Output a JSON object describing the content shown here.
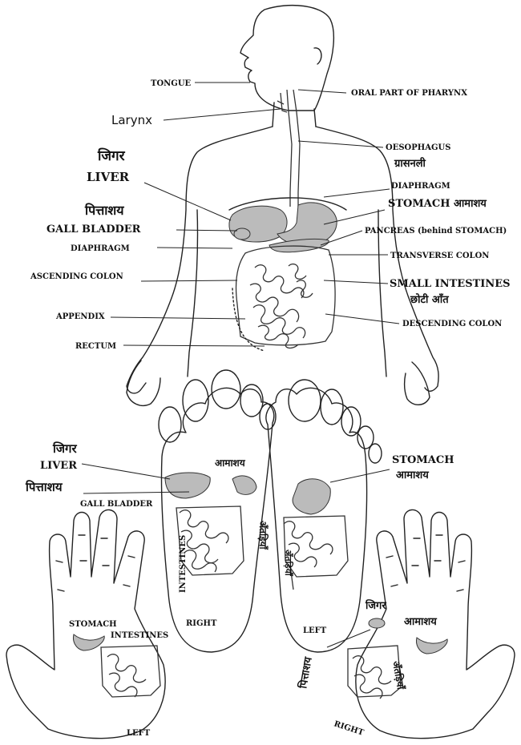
{
  "body": {
    "tongue": "TONGUE",
    "oral_pharynx": "ORAL PART OF PHARYNX",
    "larynx": "Larynx",
    "oesophagus": "OESOPHAGUS",
    "oesophagus_hi": "ग्रासनली",
    "liver_hi": "जिगर",
    "liver": "LIVER",
    "diaphragm_right": "DIAPHRAGM",
    "stomach": "STOMACH आमाशय",
    "gall_hi": "पित्ताशय",
    "gall": "GALL BLADDER",
    "pancreas": "PANCREAS (behind STOMACH)",
    "diaphragm_left": "DIAPHRAGM",
    "transverse": "TRANSVERSE COLON",
    "ascending": "ASCENDING  COLON",
    "small_int": "SMALL INTESTINES",
    "small_int_hi": "छोटी आँत",
    "appendix": "APPENDIX",
    "descending": "DESCENDING COLON",
    "rectum": "RECTUM"
  },
  "feet": {
    "liver_hi": "जिगर",
    "liver": "LIVER",
    "gall_hi": "पित्ताशय",
    "gall": "GALL BLADDER",
    "right_stomach_hi": "आमाशय",
    "right_intestines": "INTESTINES",
    "right_label": "RIGHT",
    "intestines_hi": "अँतड़ियाँ",
    "left_intestines_hi": "अँतड़ियाँ",
    "stomach": "STOMACH",
    "stomach_hi": "आमाशय",
    "left_label": "LEFT"
  },
  "hands": {
    "left_stomach": "STOMACH",
    "left_intestines": "INTESTINES",
    "left_label": "LEFT",
    "right_liver_hi": "जिगर",
    "right_stomach_hi": "आमाशय",
    "right_gall_hi": "पित्ताशय",
    "right_intestines_hi": "अँतड़ियाँ",
    "right_label": "RIGHT"
  }
}
